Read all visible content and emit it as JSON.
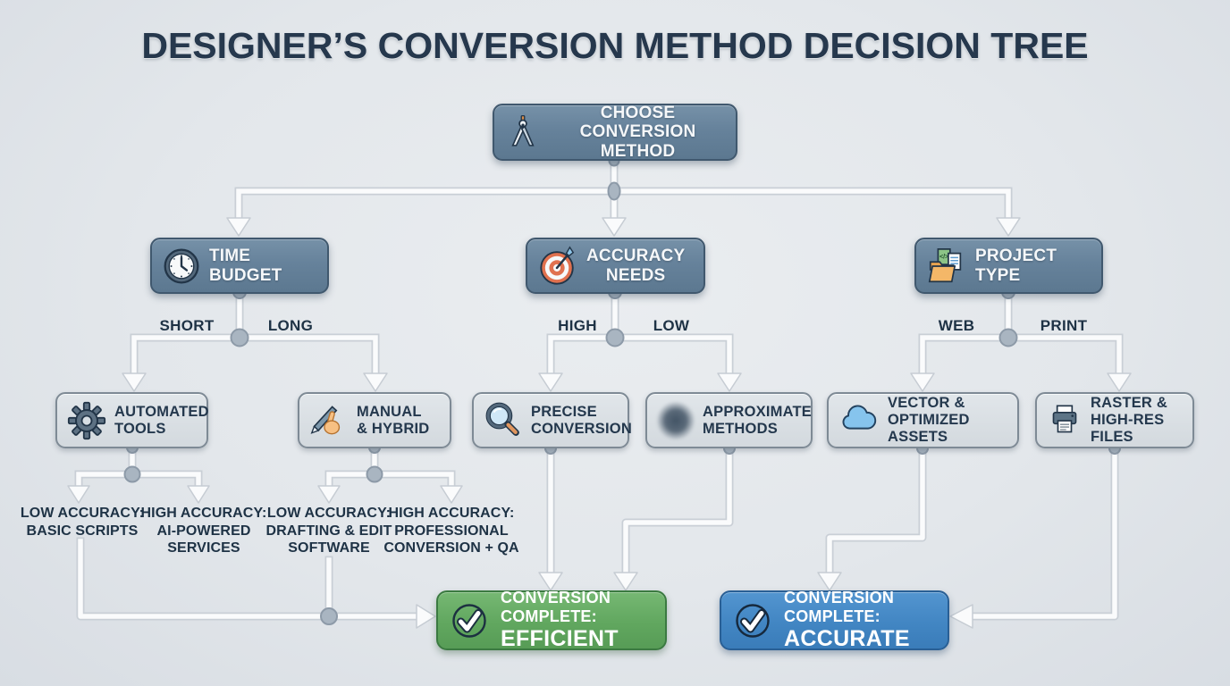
{
  "title": "DESIGNER’S CONVERSION METHOD DECISION TREE",
  "nodes": {
    "root": {
      "label": "CHOOSE CONVERSION\nMETHOD",
      "icon": "drafting-compass-icon"
    },
    "time_budget": {
      "label": "TIME BUDGET",
      "icon": "clock-icon"
    },
    "accuracy_needs": {
      "label": "ACCURACY\nNEEDS",
      "icon": "target-icon"
    },
    "project_type": {
      "label": "PROJECT TYPE",
      "icon": "folder-documents-icon"
    },
    "automated_tools": {
      "label": "AUTOMATED\nTOOLS",
      "icon": "gear-icon"
    },
    "manual_hybrid": {
      "label": "MANUAL\n& HYBRID",
      "icon": "pen-hand-icon"
    },
    "precise_conversion": {
      "label": "PRECISE\nCONVERSION",
      "icon": "magnifier-icon"
    },
    "approximate_methods": {
      "label": "APPROXIMATE\nMETHODS",
      "icon": "blur-dot-icon"
    },
    "vector_assets": {
      "label": "VECTOR &\nOPTIMIZED ASSETS",
      "icon": "cloud-icon"
    },
    "raster_files": {
      "label": "RASTER &\nHIGH-RES FILES",
      "icon": "printer-icon"
    }
  },
  "edge_labels": {
    "short": "SHORT",
    "long": "LONG",
    "high": "HIGH",
    "low": "LOW",
    "web": "WEB",
    "print": "PRINT"
  },
  "leaf_labels": {
    "basic_scripts": "LOW ACCURACY:\nBASIC SCRIPTS",
    "ai_services": "HIGH ACCURACY:\nAI-POWERED\nSERVICES",
    "drafting_software": "LOW ACCURACY:\nDRAFTING & EDIT\nSOFTWARE",
    "professional_qa": "HIGH ACCURACY:\nPROFESSIONAL\nCONVERSION + QA"
  },
  "outcomes": {
    "efficient": {
      "line1": "CONVERSION COMPLETE:",
      "line2": "EFFICIENT",
      "icon": "check-circle-icon",
      "color": "#61a75f"
    },
    "accurate": {
      "line1": "CONVERSION COMPLETE:",
      "line2": "ACCURATE",
      "icon": "check-circle-icon",
      "color": "#4286c3"
    }
  },
  "colors": {
    "background": "#e3e7eb",
    "title_text": "#26384d",
    "decision_box": "#66829b",
    "option_box": "#d9dee3",
    "efficient_green": "#61a75f",
    "accurate_blue": "#4286c3",
    "connector": "#fafbfc",
    "dark_text": "#1e3245"
  }
}
